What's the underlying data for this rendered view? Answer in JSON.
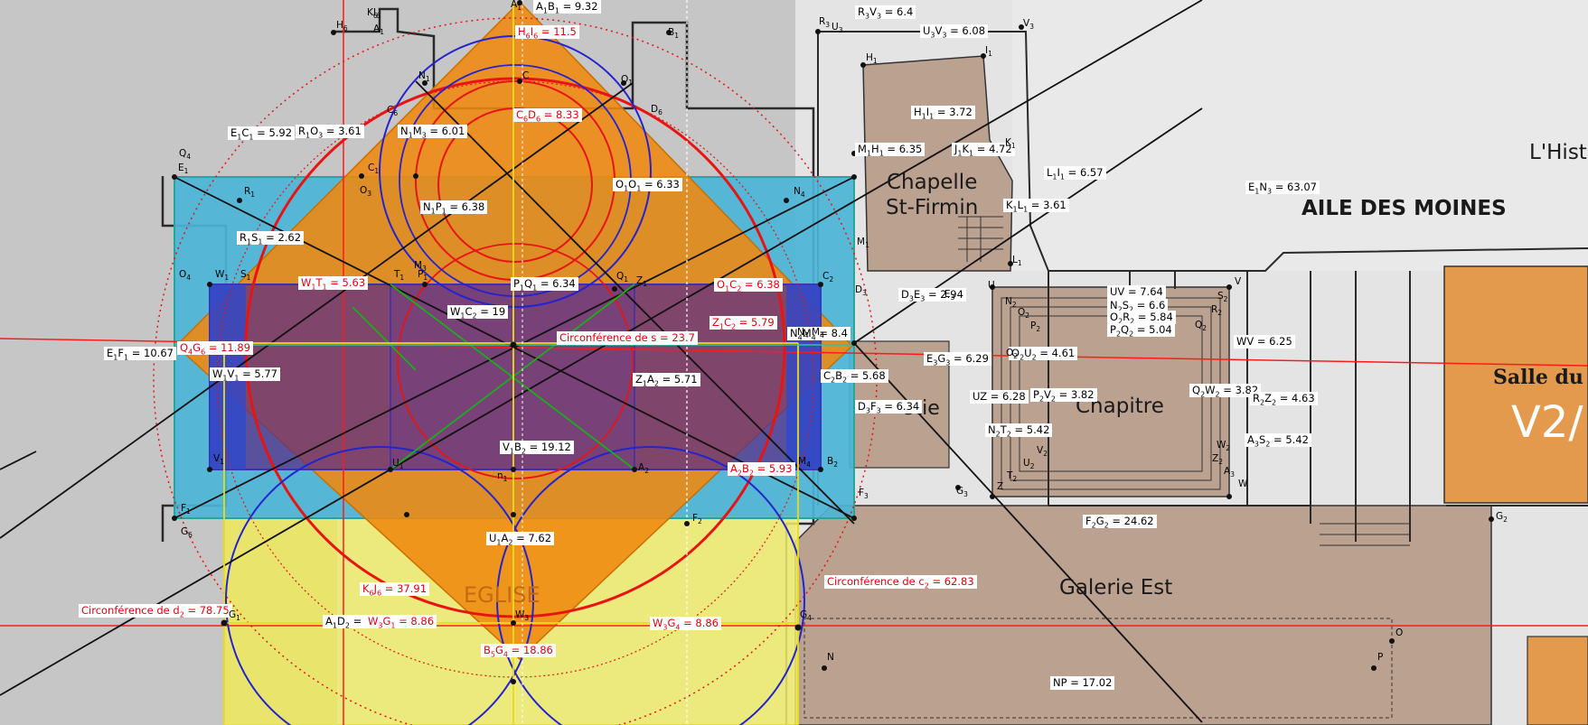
{
  "colors": {
    "canvas_gray": "#c9c9c9",
    "plan_wall": "#ffffff",
    "plan_room_brown": "#bba190",
    "church_blue": "#4bb4d6",
    "purple_rect": "#6b3a8f",
    "orange_square": "#f0890f",
    "yellow_band": "#f4ee6a",
    "label_red": "#e8000b",
    "line_red": "#ff1a1a",
    "circle_blue": "#2323d0",
    "line_green": "#19b019"
  },
  "plan_labels": {
    "chapelle": "Chapelle\nSt-Firmin",
    "aile": "AILE DES MOINES",
    "histoire": "L'Hist",
    "chapitre": "Chapitre",
    "galerie": "Galerie Est",
    "eglise": "EGLISE",
    "salle": "Salle du c",
    "v2": "V2/",
    "sacristie_fragment": "stie"
  },
  "measurements": [
    {
      "text": "A_1B_1 = 9.32",
      "color": "black"
    },
    {
      "text": "H_6I_6 = 11.5",
      "color": "red"
    },
    {
      "text": "R_3V_3 = 6.4",
      "color": "black"
    },
    {
      "text": "U_3V_3 = 6.08",
      "color": "black"
    },
    {
      "text": "C_6D_6 = 8.33",
      "color": "red"
    },
    {
      "text": "E_1C_1 = 5.92",
      "color": "black"
    },
    {
      "text": "R_1O_3 = 3.61",
      "color": "black"
    },
    {
      "text": "N_1M_3 = 6.01",
      "color": "black"
    },
    {
      "text": "H_1I_1 = 3.72",
      "color": "black"
    },
    {
      "text": "M_1H_1 = 6.35",
      "color": "black"
    },
    {
      "text": "J_1K_1 = 4.72",
      "color": "black"
    },
    {
      "text": "O_1O_1 = 6.33",
      "color": "black"
    },
    {
      "text": "L_1I_1 = 6.57",
      "color": "black"
    },
    {
      "text": "E_1N_3 = 63.07",
      "color": "black"
    },
    {
      "text": "N_1P_1 = 6.38",
      "color": "black"
    },
    {
      "text": "K_1L_1 = 3.61",
      "color": "black"
    },
    {
      "text": "R_1S_1 = 2.62",
      "color": "black"
    },
    {
      "text": "W_1T_1 = 5.63",
      "color": "red"
    },
    {
      "text": "P_1Q_1 = 6.34",
      "color": "black"
    },
    {
      "text": "O_1C_2 = 6.38",
      "color": "red"
    },
    {
      "text": "D_3E_3 = 2.94",
      "color": "black"
    },
    {
      "text": "UV = 7.64",
      "color": "black"
    },
    {
      "text": "N_2S_2 = 6.6",
      "color": "black"
    },
    {
      "text": "O_2R_2 = 5.84",
      "color": "black"
    },
    {
      "text": "P_2Q_2 = 5.04",
      "color": "black"
    },
    {
      "text": "W_1C_2 = 19",
      "color": "black"
    },
    {
      "text": "Z_1C_2 = 5.79",
      "color": "red"
    },
    {
      "text": "N_4M_4 = 8.4",
      "color": "black"
    },
    {
      "text": "WV = 6.25",
      "color": "black"
    },
    {
      "text": "Circonférence de s = 23.7",
      "color": "red"
    },
    {
      "text": "E_1F_1 = 10.67",
      "color": "black"
    },
    {
      "text": "Q_4G_6 = 11.89",
      "color": "red"
    },
    {
      "text": "O_2U_2 = 4.61",
      "color": "black"
    },
    {
      "text": "E_3G_3 = 6.29",
      "color": "black"
    },
    {
      "text": "W_1V_1 = 5.77",
      "color": "black"
    },
    {
      "text": "Z_1A_2 = 5.71",
      "color": "black"
    },
    {
      "text": "C_2B_2 = 5.68",
      "color": "black"
    },
    {
      "text": "UZ = 6.28",
      "color": "black"
    },
    {
      "text": "P_2V_2 = 3.82",
      "color": "black"
    },
    {
      "text": "Q_2W_2 = 3.82",
      "color": "black"
    },
    {
      "text": "R_2Z_2 = 4.63",
      "color": "black"
    },
    {
      "text": "D_3F_3 = 6.34",
      "color": "black"
    },
    {
      "text": "N_2T_2 = 5.42",
      "color": "black"
    },
    {
      "text": "A_3S_2 = 5.42",
      "color": "black"
    },
    {
      "text": "V_1B_2 = 19.12",
      "color": "black"
    },
    {
      "text": "A_2B_2 = 5.93",
      "color": "red"
    },
    {
      "text": "F_2G_2 = 24.62",
      "color": "black"
    },
    {
      "text": "U_1A_2 = 7.62",
      "color": "black"
    },
    {
      "text": "Circonférence de c_2 = 62.83",
      "color": "red"
    },
    {
      "text": "K_6J_6 = 37.91",
      "color": "red"
    },
    {
      "text": "Circonférence de d_2 = 78.75",
      "color": "red"
    },
    {
      "text": "A_1D_2 = 3",
      "color": "black"
    },
    {
      "text": "W_3G_1 = 8.86",
      "color": "red"
    },
    {
      "text": "W_3G_4 = 8.86",
      "color": "red"
    },
    {
      "text": "B_5G_4 = 18.86",
      "color": "red"
    },
    {
      "text": "NP = 17.02",
      "color": "black"
    }
  ],
  "points": [
    "A_1",
    "B_1",
    "H_6",
    "I_6",
    "K_6",
    "A_1",
    "N_1",
    "C",
    "O_1",
    "C_6",
    "D_6",
    "C_1",
    "O_3",
    "Q_4",
    "E_1",
    "R_1",
    "N_4",
    "O_4",
    "W_1",
    "S_1",
    "T_1",
    "P_1",
    "M_3",
    "Q_1",
    "Z_1",
    "C_2",
    "D_3",
    "N_4",
    "M_4",
    "V_1",
    "U_1",
    "n_1",
    "A_2",
    "M_4",
    "B_2",
    "F_3",
    "F_1",
    "G_6",
    "F_2",
    "G_1",
    "W_3",
    "G_4",
    "R_3",
    "U_3",
    "V_3",
    "H_1",
    "I_1",
    "K_1",
    "M_1",
    "L_1",
    "U",
    "N_2",
    "O_2",
    "P_2",
    "V",
    "S_2",
    "R_2",
    "Q_2",
    "O_2",
    "U_2",
    "V_2",
    "T_2",
    "Z",
    "W_2",
    "Z_2",
    "A_3",
    "W",
    "E_3",
    "G_3",
    "O",
    "N",
    "P",
    "G_2"
  ]
}
